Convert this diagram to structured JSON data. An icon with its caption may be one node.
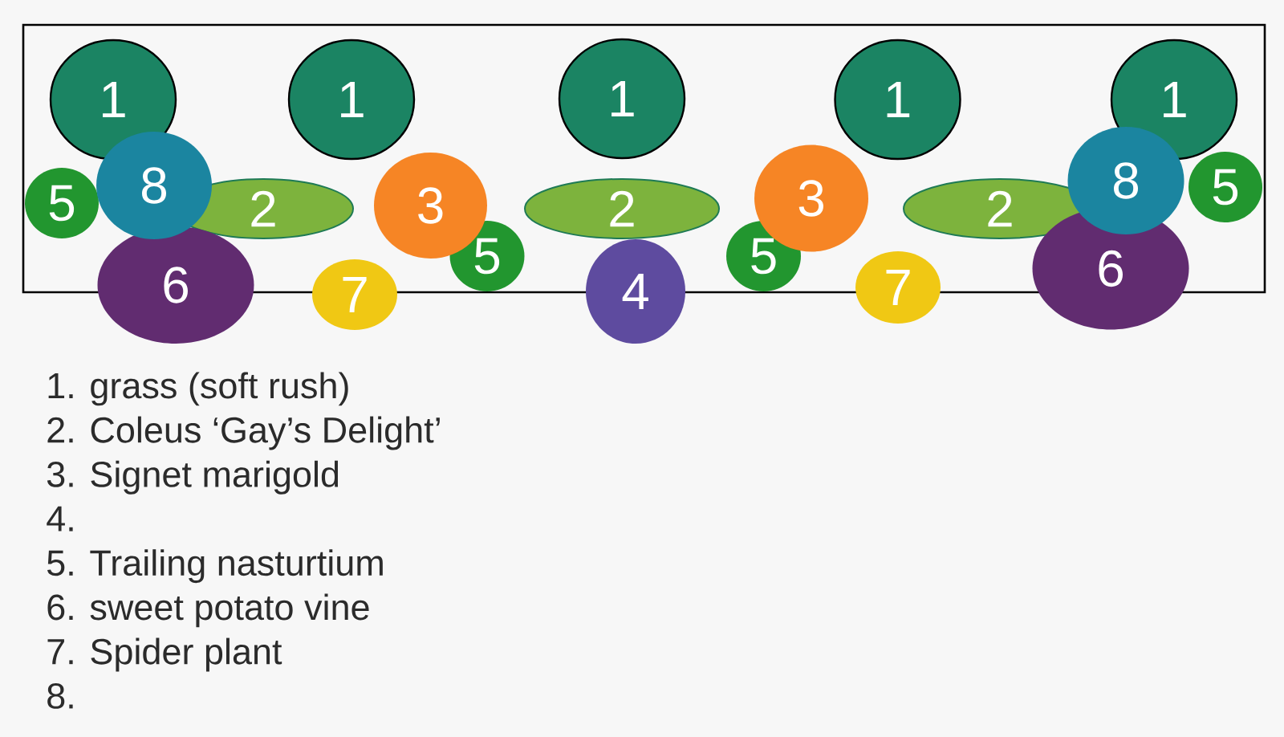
{
  "diagram": {
    "nodes": [
      {
        "text": [],
        "shape": "box"
      },
      {
        "text": [
          "1"
        ],
        "in": 0
      },
      {
        "text": [
          "1"
        ],
        "in": 0
      },
      {
        "text": [
          "1"
        ],
        "in": 0
      },
      {
        "text": [
          "1"
        ],
        "in": 0
      },
      {
        "text": [
          "1"
        ],
        "in": 0
      },
      {
        "text": [
          "5"
        ],
        "in": 0
      },
      {
        "text": [
          "8"
        ],
        "in": 0
      },
      {
        "text": [
          "2"
        ],
        "in": 0
      },
      {
        "text": [
          "3"
        ],
        "in": 0
      },
      {
        "text": [
          "2"
        ],
        "in": 0
      },
      {
        "text": [
          "3"
        ],
        "in": 0
      },
      {
        "text": [
          "2"
        ],
        "in": 0
      },
      {
        "text": [
          "8"
        ],
        "in": 0
      },
      {
        "text": [
          "5"
        ],
        "in": 0
      },
      {
        "text": [
          "6"
        ]
      },
      {
        "text": [
          "7"
        ]
      },
      {
        "text": [
          "5"
        ],
        "in": 0
      },
      {
        "text": [
          "4"
        ]
      },
      {
        "text": [
          "5"
        ],
        "in": 0
      },
      {
        "text": [
          "7"
        ]
      },
      {
        "text": [
          "6"
        ]
      }
    ],
    "labels": [
      "1. grass (soft rush)",
      "2. Coleus ‘Gay’s Delight’",
      "3. Signet marigold",
      "4.",
      "5. Trailing nasturtium",
      "6. sweet potato vine",
      "7. Spider plant",
      "8."
    ]
  }
}
